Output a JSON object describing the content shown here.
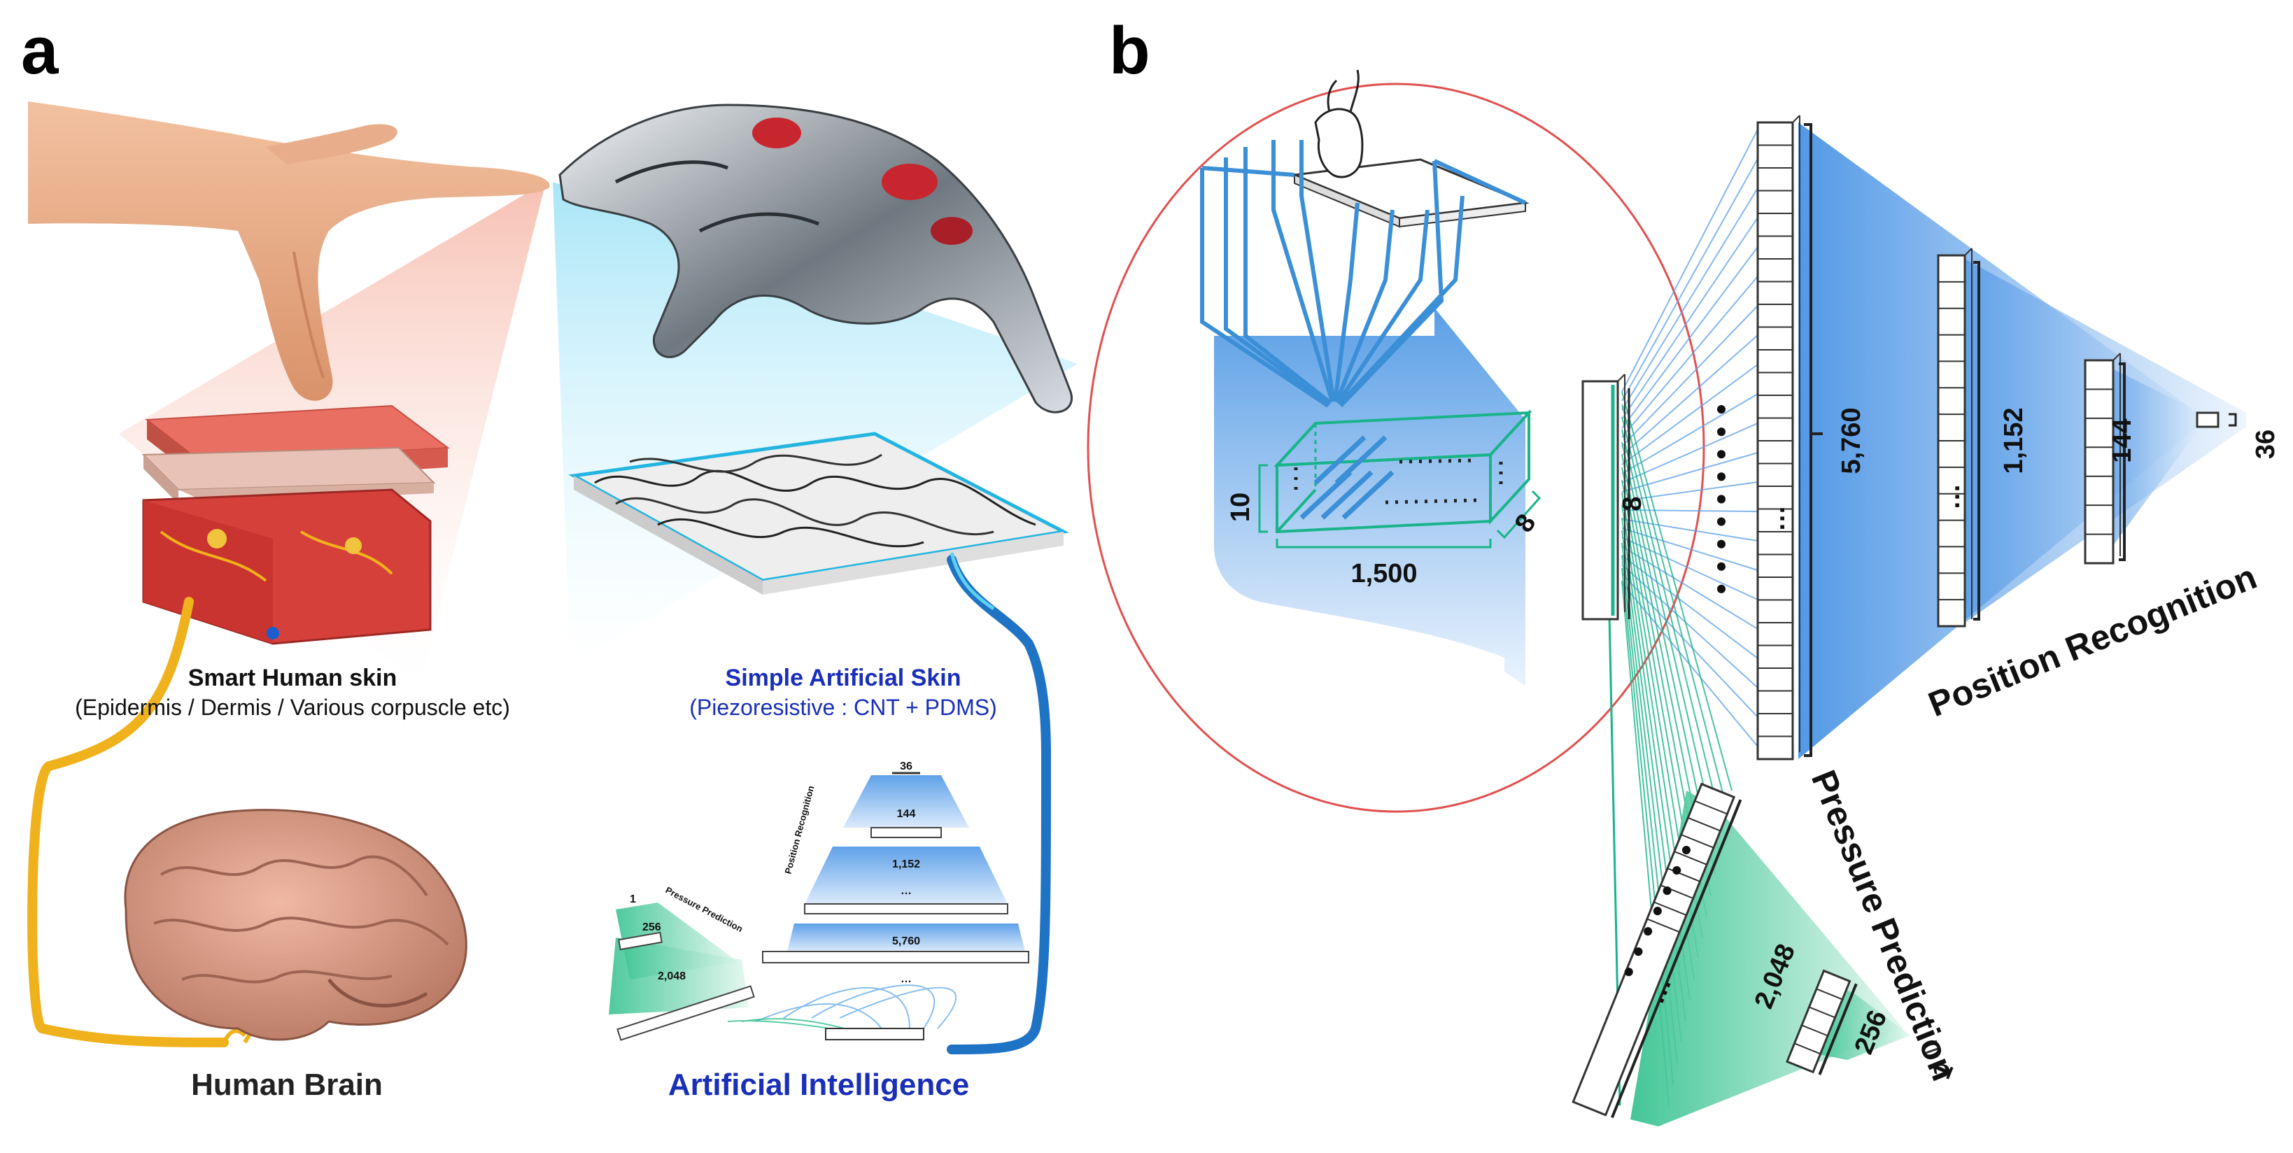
{
  "panels": {
    "a": "a",
    "b": "b"
  },
  "panel_a": {
    "human_skin_title": "Smart Human skin",
    "human_skin_sub": "(Epidermis / Dermis / Various corpuscle etc)",
    "artificial_skin_title": "Simple Artificial Skin",
    "artificial_skin_sub": "(Piezoresistive : CNT + PDMS)",
    "brain_label": "Human Brain",
    "ai_label": "Artificial Intelligence",
    "mini_network": {
      "position_title": "Position Recognition",
      "pressure_title": "Pressure Prediction",
      "layers": [
        "36",
        "144",
        "1,152",
        "5,760"
      ],
      "pressure_layers": [
        "1",
        "256",
        "2,048"
      ],
      "ellipsis": "…"
    }
  },
  "panel_b": {
    "input_dims": {
      "height": "10",
      "width": "1,500",
      "depth": "8"
    },
    "input_layer": "8",
    "position_title": "Position Recognition",
    "pressure_title": "Pressure Prediction",
    "position_layers": [
      "5,760",
      "1,152",
      "144",
      "36"
    ],
    "pressure_layers": [
      "2,048",
      "256",
      "1"
    ],
    "ellipsis": "…"
  },
  "colors": {
    "blue_accent": "#1a2fb8",
    "net_blue": "#5b9fe6",
    "net_green": "#19b48a",
    "sensor_blue": "#3b8fd6",
    "ellipse_red": "#e05050",
    "wire_yellow": "#f0b21c",
    "wire_blue": "#1f73c4",
    "skin_red": "#d6403b"
  }
}
